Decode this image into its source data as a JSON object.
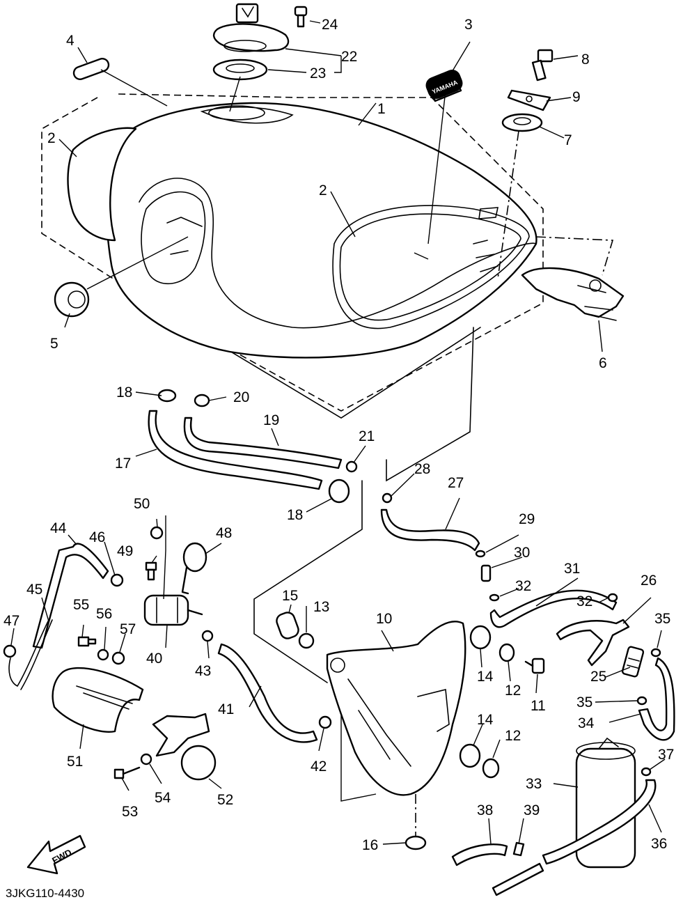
{
  "diagram_code": "3JKG110-4430",
  "fwd_label": "FWD",
  "emblem_text": "YAMAHA",
  "callouts": [
    "1",
    "2",
    "2",
    "3",
    "4",
    "5",
    "6",
    "7",
    "8",
    "9",
    "10",
    "11",
    "12",
    "12",
    "13",
    "14",
    "14",
    "15",
    "16",
    "17",
    "18",
    "18",
    "19",
    "20",
    "21",
    "22",
    "23",
    "24",
    "25",
    "26",
    "27",
    "28",
    "29",
    "30",
    "31",
    "32",
    "32",
    "33",
    "34",
    "35",
    "35",
    "36",
    "37",
    "38",
    "39",
    "40",
    "41",
    "42",
    "43",
    "44",
    "45",
    "46",
    "47",
    "48",
    "49",
    "50",
    "51",
    "52",
    "53",
    "54",
    "55",
    "56",
    "57"
  ]
}
